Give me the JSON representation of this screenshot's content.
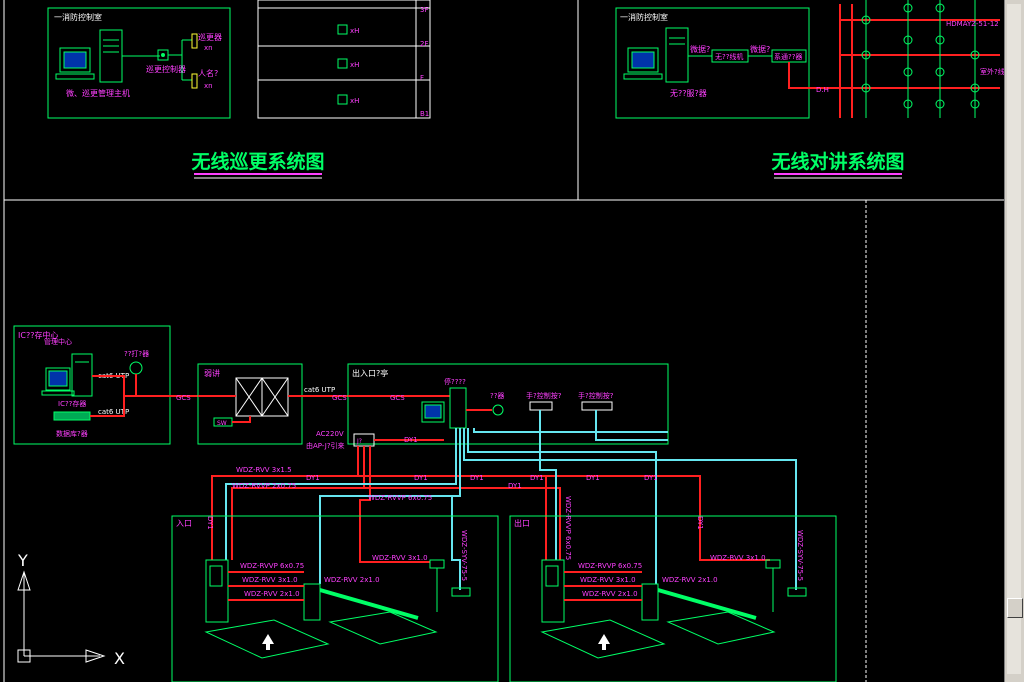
{
  "titles": {
    "wireless_patrol": "无线巡更系统图",
    "wireless_intercom": "无线对讲系统图"
  },
  "patrol": {
    "room_label": "一消防控制室",
    "host_label": "微、巡更管理主机",
    "controller_label": "巡更控制器",
    "patrol_point_label": "巡更器",
    "patrol_point_n": "xn",
    "person_label": "人名?",
    "person_n": "xn",
    "floors": [
      "3F",
      "2F",
      "F",
      "B1"
    ],
    "floor_item": "xH"
  },
  "intercom": {
    "room_label": "一消防控制室",
    "host_label": "无??服?器",
    "box1": "无??线机",
    "box2": "系通??器",
    "label_top1": "微据?",
    "label_top2": "微据?",
    "dh_label": "D.H",
    "cable_label": "HDMAYZ-51-12",
    "site_label": "室外?线"
  },
  "parking": {
    "center_box": "IC??存中心",
    "center_sub": "管理中心",
    "cable1": "cat6 UTP",
    "cable2": "cat6 UTP",
    "gcs1": "GCS",
    "device_a": "??打?器",
    "reader_label": "IC??存器",
    "bottom_left": "数据库?器",
    "weak_room": "弱讲",
    "sw": "SW",
    "cat6_mid": "cat6 UTP",
    "gcs2": "GCS",
    "entry_exit_box": "出入口?亭",
    "gcs3": "GCS",
    "server": "停????",
    "camera_label": "??器",
    "handheld1": "手?控制按?",
    "handheld2": "手?控制按?",
    "ac_label1": "AC220V",
    "ac_label2": "由AP-J?引来",
    "junction": "J?",
    "dy1": "DY1",
    "entry": "入口",
    "exit": "出口",
    "c_rvv_315": "WDZ-RVV 3x1.5",
    "c_rvvp_275": "WDZ-RVVP 2x0.75",
    "c_rvvp_675": "WDZ-RVVP 6x0.75",
    "c_rvv_310": "WDZ-RVV 3x1.0",
    "c_rvv_210": "WDZ-RVV 2x1.0",
    "c_syv": "WDZ-SYV-75-5",
    "c_rvvp_in": "WDZ-RVVP 6x0.75",
    "axis_x": "X",
    "axis_y": "Y"
  },
  "colors": {
    "green": "#00ff66",
    "red": "#ff2020",
    "cyan": "#66e6f0",
    "magenta": "#ff40ff",
    "white": "#ffffff",
    "yellow": "#ffff33"
  }
}
